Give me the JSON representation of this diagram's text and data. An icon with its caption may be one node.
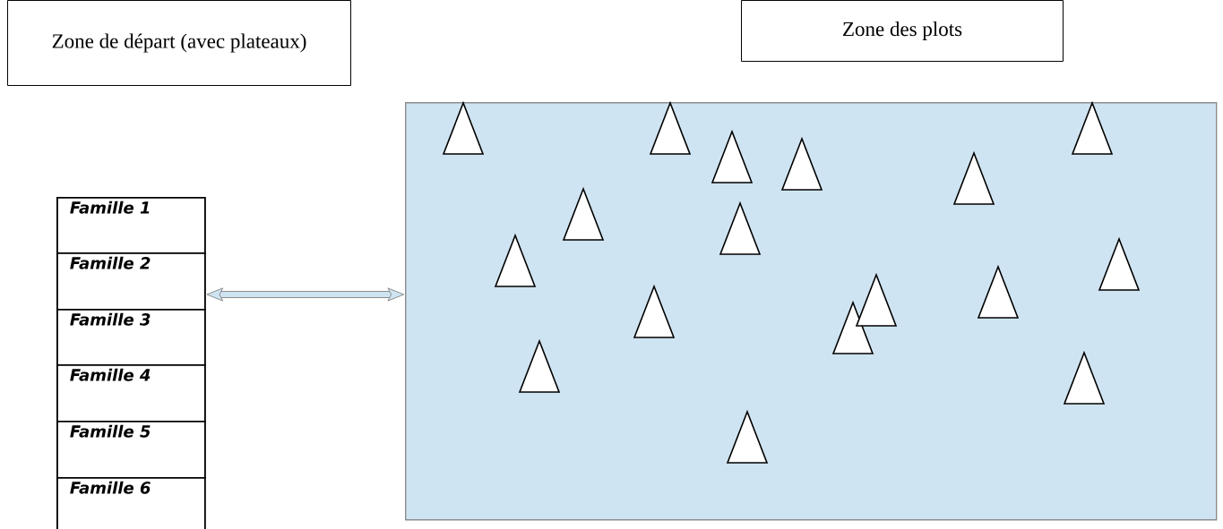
{
  "diagram": {
    "nodes": [
      {
        "text": [
          "Zone de départ (avec plateaux)"
        ]
      },
      {
        "text": [
          "Zone des plots"
        ]
      },
      {
        "text": [],
        "shape": "box"
      },
      {
        "text": [
          "Famille 1"
        ],
        "in": 2
      },
      {
        "text": [
          "Famille 2"
        ],
        "in": 2
      },
      {
        "text": [
          "Famille 3"
        ],
        "in": 2
      },
      {
        "text": [
          "Famille 4"
        ],
        "in": 2
      },
      {
        "text": [
          "Famille 5"
        ],
        "in": 2
      },
      {
        "text": [
          "Famille 6"
        ],
        "in": 2
      },
      {
        "text": [],
        "shape": "box"
      }
    ],
    "edges": [
      {
        "from": 2,
        "to": 9,
        "arrow": "both"
      }
    ]
  }
}
